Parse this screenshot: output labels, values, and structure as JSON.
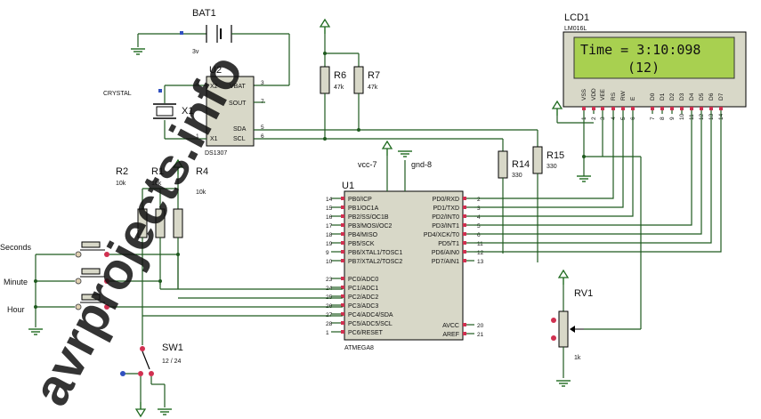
{
  "components": {
    "battery": {
      "ref": "BAT1",
      "value": "3v"
    },
    "rtc": {
      "ref": "U2",
      "part": "DS1307",
      "pins": [
        "X2",
        "VBAT",
        "SOUT",
        "SDA",
        "SCL",
        "X1"
      ],
      "pin_numbers": [
        "2",
        "3",
        "7",
        "5",
        "6",
        "1"
      ]
    },
    "crystal": {
      "label": "CRYSTAL",
      "ref": "X1"
    },
    "r6": {
      "ref": "R6",
      "value": "47k"
    },
    "r7": {
      "ref": "R7",
      "value": "47k"
    },
    "r14": {
      "ref": "R14",
      "value": "330"
    },
    "r15": {
      "ref": "R15",
      "value": "330"
    },
    "r1": {
      "ref": "R1",
      "value": "10k"
    },
    "r2": {
      "ref": "R2",
      "value": "10k"
    },
    "r4": {
      "ref": "R4",
      "value": "10k"
    },
    "rv1": {
      "ref": "RV1",
      "value": "1k"
    },
    "sw1": {
      "ref": "SW1",
      "value": "12 / 24"
    },
    "mcu": {
      "ref": "U1",
      "part": "ATMEGA8",
      "vcc_label": "vcc-7",
      "gnd_label": "gnd-8",
      "left_pins": [
        "PB0/ICP",
        "PB1/OC1A",
        "PB2/SS/OC1B",
        "PB3/MOSI/OC2",
        "PB4/MISO",
        "PB5/SCK",
        "PB6/XTAL1/TOSC1",
        "PB7/XTAL2/TOSC2",
        "PC0/ADC0",
        "PC1/ADC1",
        "PC2/ADC2",
        "PC3/ADC3",
        "PC4/ADC4/SDA",
        "PC5/ADC5/SCL",
        "PC6/RESET"
      ],
      "left_nums": [
        "14",
        "15",
        "16",
        "17",
        "18",
        "19",
        "9",
        "10",
        "23",
        "24",
        "25",
        "26",
        "27",
        "28",
        "1"
      ],
      "right_pins": [
        "PD0/RXD",
        "PD1/TXD",
        "PD2/INT0",
        "PD3/INT1",
        "PD4/XCK/T0",
        "PD5/T1",
        "PD6/AIN0",
        "PD7/AIN1",
        "AVCC",
        "AREF"
      ],
      "right_nums": [
        "2",
        "3",
        "4",
        "5",
        "6",
        "11",
        "12",
        "13",
        "20",
        "21"
      ]
    },
    "lcd": {
      "ref": "LCD1",
      "part": "LM016L",
      "line1": "Time = 3:10:098",
      "line2": "(12)",
      "pins": [
        "VSS",
        "VDD",
        "VEE",
        "RS",
        "RW",
        "E",
        "D0",
        "D1",
        "D2",
        "D3",
        "D4",
        "D5",
        "D6",
        "D7"
      ],
      "pin_numbers": [
        "1",
        "2",
        "3",
        "4",
        "5",
        "6",
        "7",
        "8",
        "9",
        "10",
        "11",
        "12",
        "13",
        "14"
      ]
    }
  },
  "buttons": {
    "seconds": "Seconds",
    "minute": "Minute",
    "hour": "Hour"
  },
  "watermark": "avrprojects.info",
  "colors": {
    "wire": "#1f5a1f",
    "ground": "#1f6a1f",
    "lcd_screen": "#a8d050",
    "ic_body": "#d8d8c8",
    "resistor_body": "#d8d8c8",
    "pin_dot": "#d03050",
    "watermark": "#f5a878"
  }
}
